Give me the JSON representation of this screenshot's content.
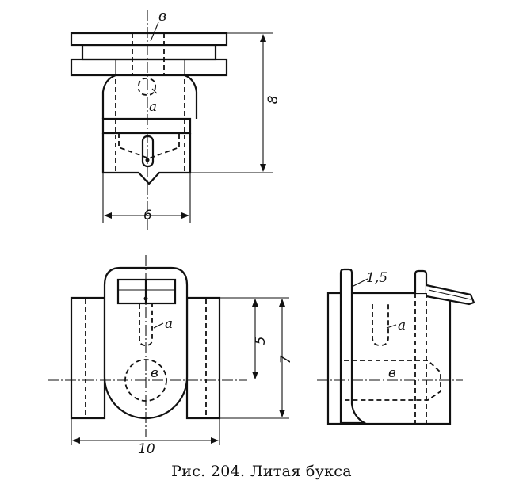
{
  "caption": {
    "figure_number": "Рис. 204.",
    "title": "Литая букса"
  },
  "labels": {
    "top_hole_upper": "в",
    "top_hole_a": "а",
    "front_hole_a": "а",
    "front_hole_v": "в",
    "side_hole_a": "а",
    "side_hole_v": "в",
    "side_wall": "1,5"
  },
  "dimensions": {
    "top_height": "8",
    "top_width": "6",
    "front_height_inner": "5",
    "front_height_total": "7",
    "front_width": "10"
  }
}
